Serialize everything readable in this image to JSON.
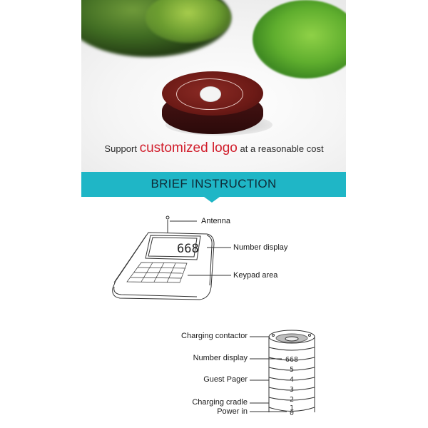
{
  "photo": {
    "tagline": {
      "prefix": "Support ",
      "highlight": "customized logo",
      "suffix": " at a reasonable cost",
      "highlight_color": "#d11e2c"
    }
  },
  "banner": {
    "title": "BRIEF INSTRUCTION",
    "color": "#1fb6c6"
  },
  "transmitter": {
    "display_value": "668",
    "labels": {
      "antenna": "Antenna",
      "number_display": "Number display",
      "keypad": "Keypad area"
    }
  },
  "pager_stack": {
    "display_value": "668",
    "stack_numbers": [
      "5",
      "4",
      "3",
      "2",
      "1",
      "0"
    ],
    "labels": {
      "charging_contactor": "Charging contactor",
      "number_display": "Number display",
      "guest_pager": "Guest Pager",
      "charging_cradle": "Charging cradle",
      "power_in": "Power in"
    }
  }
}
